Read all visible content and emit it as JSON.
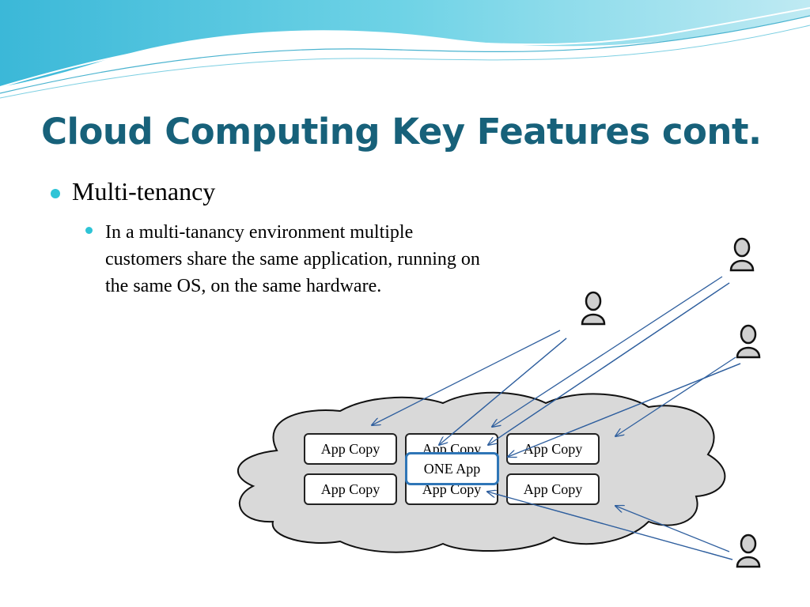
{
  "slide": {
    "title": "Cloud Computing Key Features cont.",
    "bullet_1": "Multi-tenancy",
    "bullet_2": "In a multi-tanancy environment multiple customers share the same application, running on the same OS, on the same hardware."
  },
  "diagram": {
    "app_copy_boxes": [
      "App Copy",
      "App Copy",
      "App Copy",
      "App Copy",
      "App Copy",
      "App Copy"
    ],
    "one_app_label": "ONE App",
    "user_icons": [
      "user-icon",
      "user-icon",
      "user-icon",
      "user-icon"
    ]
  },
  "colors": {
    "title": "#17617a",
    "bullet": "#2ec4d6",
    "arrow": "#2f5f9e",
    "one_app_border": "#2f76b7",
    "cloud_fill": "#d9d9d9"
  }
}
